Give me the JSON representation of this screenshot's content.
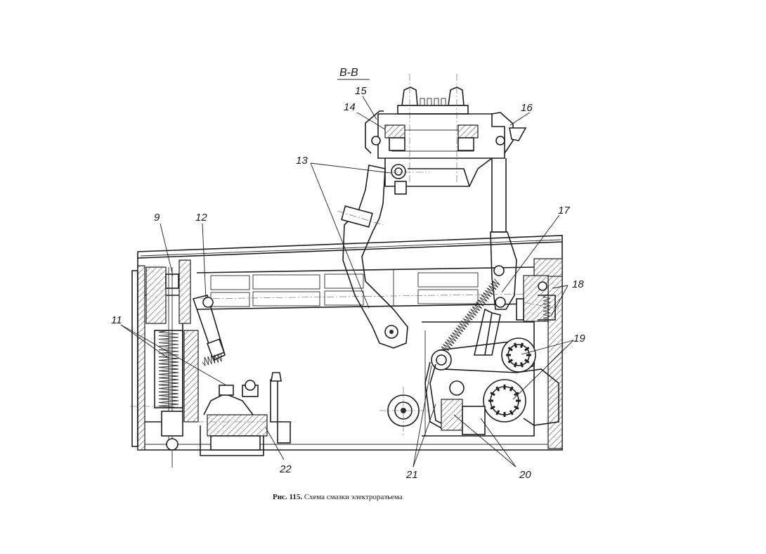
{
  "section_mark": "В-В",
  "labels": [
    {
      "id": "9",
      "text": "9"
    },
    {
      "id": "11",
      "text": "11"
    },
    {
      "id": "12",
      "text": "12"
    },
    {
      "id": "13",
      "text": "13"
    },
    {
      "id": "14",
      "text": "14"
    },
    {
      "id": "15",
      "text": "15"
    },
    {
      "id": "16",
      "text": "16"
    },
    {
      "id": "17",
      "text": "17"
    },
    {
      "id": "18",
      "text": "18"
    },
    {
      "id": "19",
      "text": "19"
    },
    {
      "id": "20",
      "text": "20"
    },
    {
      "id": "21",
      "text": "21"
    },
    {
      "id": "22",
      "text": "22"
    }
  ],
  "caption": {
    "prefix": "Рис. 115.",
    "text": "Схема смазки электроразъема"
  }
}
